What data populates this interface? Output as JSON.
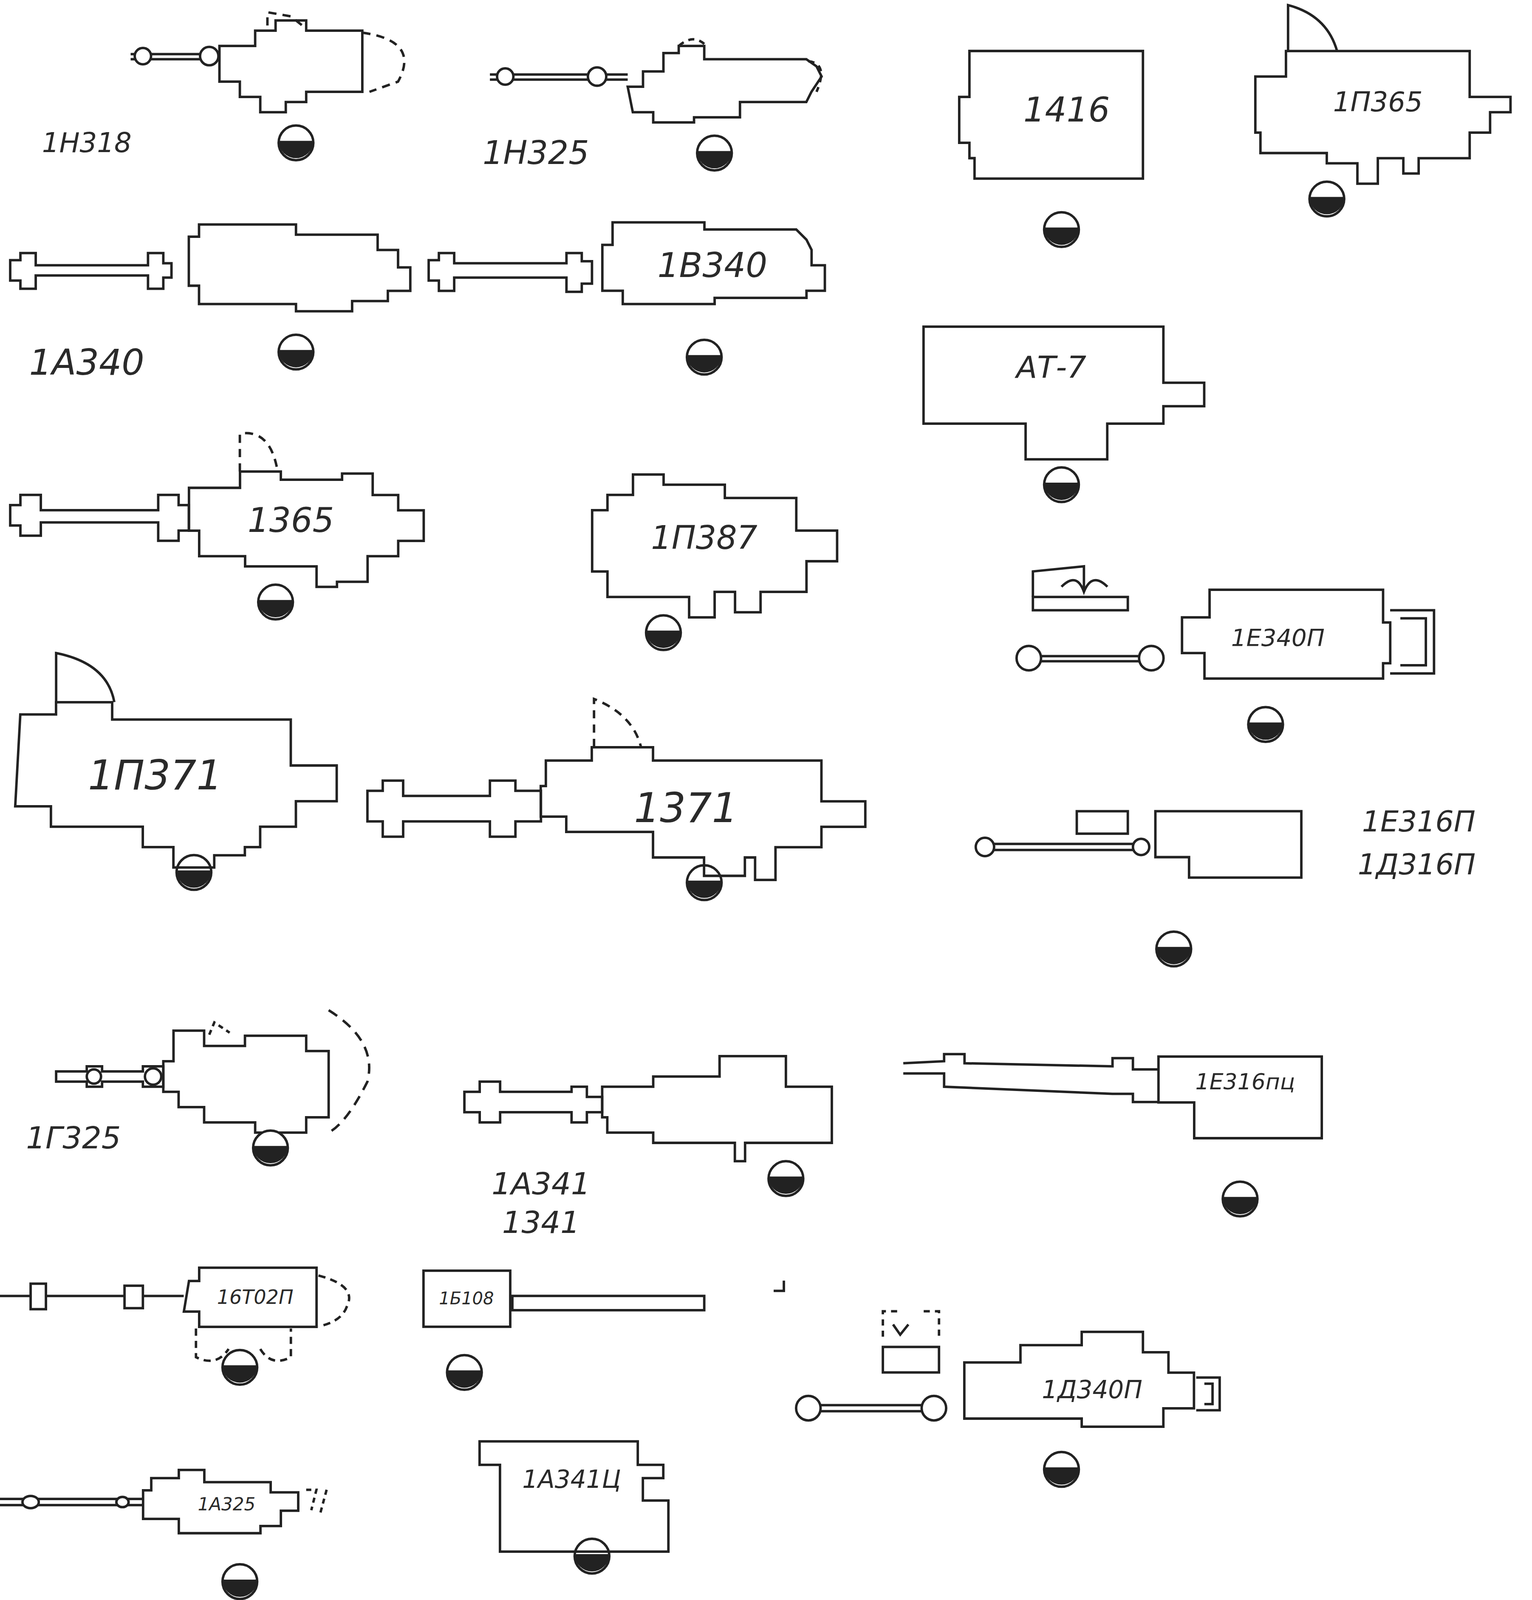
{
  "diagram": {
    "nodes": [
      {
        "text": [
          "1416"
        ]
      },
      {
        "text": [
          "1П365"
        ]
      },
      {
        "text": [
          "1В340"
        ]
      },
      {
        "text": [
          "АТ-7"
        ]
      },
      {
        "text": [
          "1365"
        ]
      },
      {
        "text": [
          "1П387"
        ]
      },
      {
        "text": [
          "1Е340П"
        ]
      },
      {
        "text": [
          "1П371"
        ]
      },
      {
        "text": [
          "1371"
        ]
      },
      {
        "text": [
          "1Е316пц"
        ]
      },
      {
        "text": [
          "16Т02П"
        ]
      },
      {
        "text": [
          "1Б108"
        ]
      },
      {
        "text": [
          "1Д340П"
        ]
      },
      {
        "text": [
          "1А325"
        ]
      },
      {
        "text": [
          "1А341Ц"
        ]
      }
    ],
    "labels": [
      "1Н318",
      "1Н325",
      "1А340",
      "1Е316П",
      "1Д316П",
      "1Г325",
      "1А341",
      "1341"
    ]
  }
}
